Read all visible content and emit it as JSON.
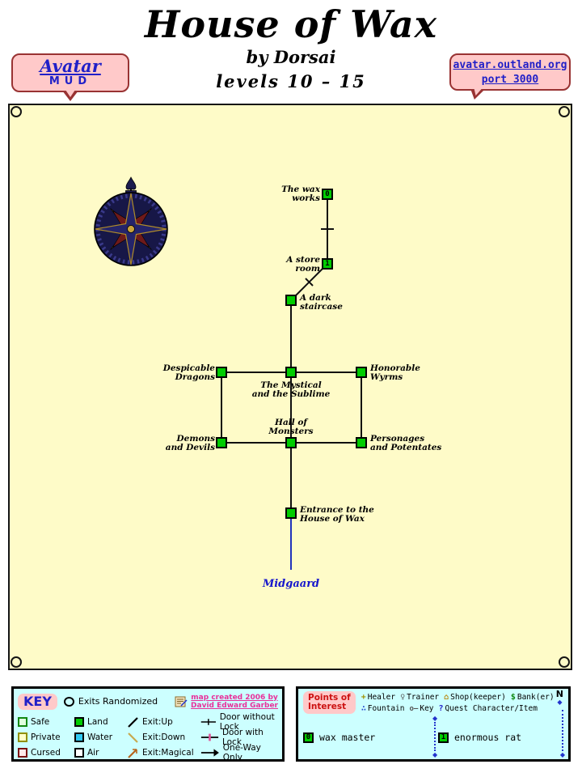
{
  "header": {
    "title": "House of Wax",
    "byline": "by Dorsai",
    "levels": "levels 10 – 15",
    "left_badge": {
      "name": "Avatar",
      "sub": "MUD"
    },
    "right_badge": {
      "host": "avatar.outland.org",
      "port": "port 3000"
    }
  },
  "map": {
    "rooms": [
      {
        "label": "The wax\nworks",
        "marker": "0"
      },
      {
        "label": "A store\nroom",
        "marker": "1"
      },
      {
        "label": "A dark\nstaircase"
      },
      {
        "label": "Despicable\nDragons"
      },
      {
        "label": "The Mystical\nand the Sublime"
      },
      {
        "label": "Honorable\nWyrms"
      },
      {
        "label": "Demons\nand Devils"
      },
      {
        "label": "Hall of\nMonsters"
      },
      {
        "label": "Personages\nand Potentates"
      },
      {
        "label": "Entrance to the\nHouse of Wax"
      }
    ],
    "exit_label": "Midgaard"
  },
  "key": {
    "title": "KEY",
    "randomized_label": "Exits Randomized",
    "credit": "map created 2006 by\nDavid Edward Garber",
    "safe": "Safe",
    "private": "Private",
    "cursed": "Cursed",
    "land": "Land",
    "water": "Water",
    "air": "Air",
    "exit_up": "Exit:Up",
    "exit_down": "Exit:Down",
    "exit_magical": "Exit:Magical",
    "door_unlocked": "Door without Lock",
    "door_locked": "Door with Lock",
    "one_way": "One-Way Only"
  },
  "poi": {
    "title": "Points of\nInterest",
    "healer": "Healer",
    "trainer": "Trainer",
    "shop": "Shop(keeper)",
    "bank": "Bank(er)",
    "fountain": "Fountain",
    "key": "Key",
    "quest": "Quest Character/Item",
    "north": "N",
    "entries": [
      {
        "marker": "0",
        "name": "wax master"
      },
      {
        "marker": "1",
        "name": "enormous rat"
      }
    ]
  },
  "icons": {
    "healer": "+",
    "trainer": "♀",
    "shop": "⌂",
    "bank": "$",
    "fountain": "∴",
    "key": "o–",
    "quest": "?",
    "diamond": "◆"
  },
  "colors": {
    "map_bg": "#FEFBC8",
    "panel_bg": "#CCFFFF",
    "chip_pink": "#FFC9C9",
    "badge_border": "#993333",
    "node_green": "#00CC00",
    "badge_blue": "#2020C8",
    "credit_magenta": "#E8309A",
    "poi_red": "#CC1111",
    "midgaard_blue": "#1515CC"
  }
}
